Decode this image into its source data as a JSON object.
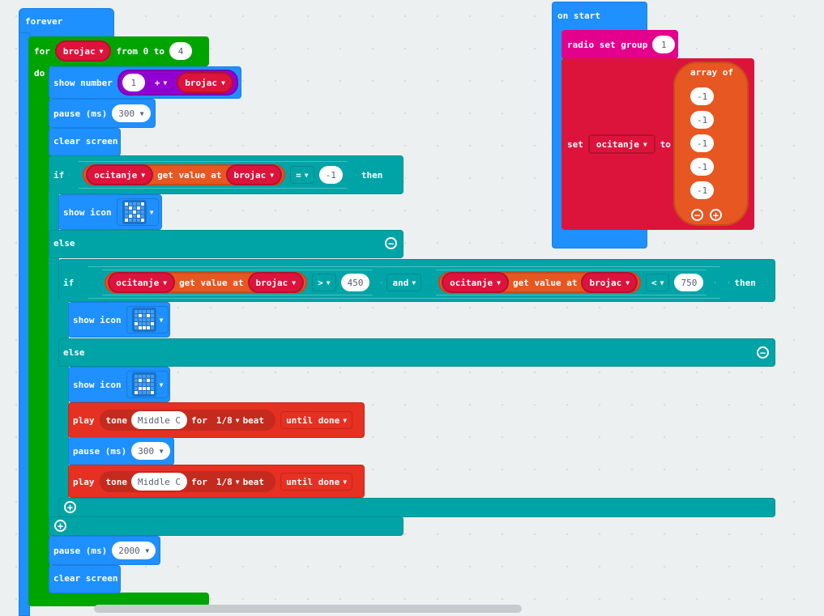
{
  "forever": {
    "label": "forever",
    "for": {
      "label": "for",
      "var": "brojac",
      "from": "from 0 to",
      "to": "4",
      "do": "do"
    },
    "show_number": {
      "label": "show number",
      "a": "1",
      "op": "+",
      "var": "brojac"
    },
    "pause1": {
      "label": "pause (ms)",
      "value": "300"
    },
    "clear1": "clear screen",
    "if1": {
      "if": "if",
      "arr": "ocitanje",
      "get": "get value at",
      "idx": "brojac",
      "op": "=",
      "value": "-1",
      "then": "then",
      "show_icon": "show icon",
      "else": "else"
    },
    "if2": {
      "if": "if",
      "arr1": "ocitanje",
      "get1": "get value at",
      "idx1": "brojac",
      "op1": ">",
      "val1": "450",
      "and": "and",
      "arr2": "ocitanje",
      "get2": "get value at",
      "idx2": "brojac",
      "op2": "<",
      "val2": "750",
      "then": "then",
      "show_icon1": "show icon",
      "else": "else",
      "show_icon2": "show icon"
    },
    "play1": {
      "play": "play",
      "tone": "tone",
      "note": "Middle C",
      "for": "for",
      "beat": "1/8",
      "beat_label": "beat",
      "mode": "until done"
    },
    "pause2": {
      "label": "pause (ms)",
      "value": "300"
    },
    "play2": {
      "play": "play",
      "tone": "tone",
      "note": "Middle C",
      "for": "for",
      "beat": "1/8",
      "beat_label": "beat",
      "mode": "until done"
    },
    "pause3": {
      "label": "pause (ms)",
      "value": "2000"
    },
    "clear2": "clear screen"
  },
  "on_start": {
    "label": "on start",
    "radio": {
      "label": "radio set group",
      "value": "1"
    },
    "set": {
      "label": "set",
      "var": "ocitanje",
      "to": "to",
      "array_label": "array of",
      "items": [
        "-1",
        "-1",
        "-1",
        "-1",
        "-1"
      ]
    }
  },
  "colors": {
    "loops": "#00a400",
    "basic": "#1e90ff",
    "logic": "#00a4a6",
    "variables": "#dc143c",
    "arrays": "#e65722",
    "math": "#9400d3",
    "music": "#e63022",
    "radio": "#e3008c"
  }
}
